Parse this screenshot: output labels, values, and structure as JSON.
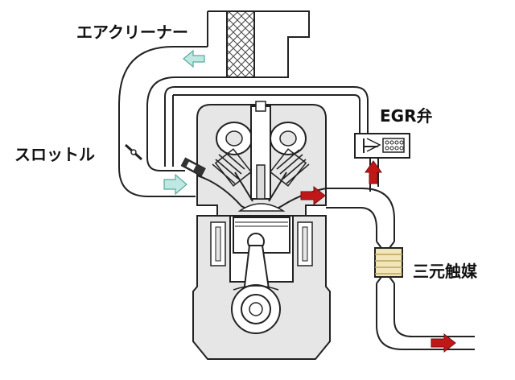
{
  "labels": {
    "air_cleaner": "エアクリーナー",
    "throttle": "スロットル",
    "egr_valve": "EGR弁",
    "catalyst": "三元触媒"
  },
  "colors": {
    "line": "#222222",
    "block_fill": "#e6e6e6",
    "intake_arrow": "#bfe8e3",
    "exhaust_arrow": "#c01818",
    "catalyst_fill": "#f2e6b8"
  },
  "icons": {
    "intake_flow": "arrow-left-icon",
    "intake_port_flow": "arrow-right-icon",
    "exhaust_flow": "arrow-right-icon",
    "egr_flow": "arrow-up-icon"
  }
}
